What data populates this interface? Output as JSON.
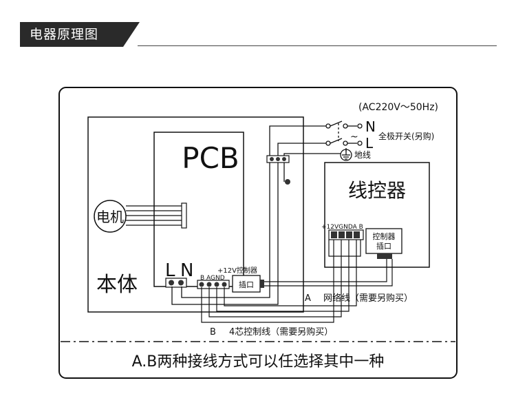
{
  "header": {
    "title": "电器原理图"
  },
  "diagram": {
    "power_spec": "(AC220V～50Hz)",
    "pcb_label": "PCB",
    "motor_label": "电机",
    "body_label": "本体",
    "terminal_L": "L",
    "terminal_N": "N",
    "mains_N": "N",
    "mains_L": "L",
    "mains_tilde": "~",
    "switch_note": "全极开关(另购)",
    "ground_label": "地线",
    "controller_title": "线控器",
    "controller_pins": "+12VGNDA B",
    "controller_socket": "控制器",
    "controller_socket_sub": "插口",
    "body_port_pins": "+12V控制器",
    "body_port_letters": "B AGND",
    "body_socket": "插口",
    "route_A_letter": "A",
    "route_A_text": "网络线（需要另购买）",
    "route_B_letter": "B",
    "route_B_text": "4芯控制线（需要另购买）",
    "footer_note": "A.B两种接线方式可以任选择其中一种"
  }
}
